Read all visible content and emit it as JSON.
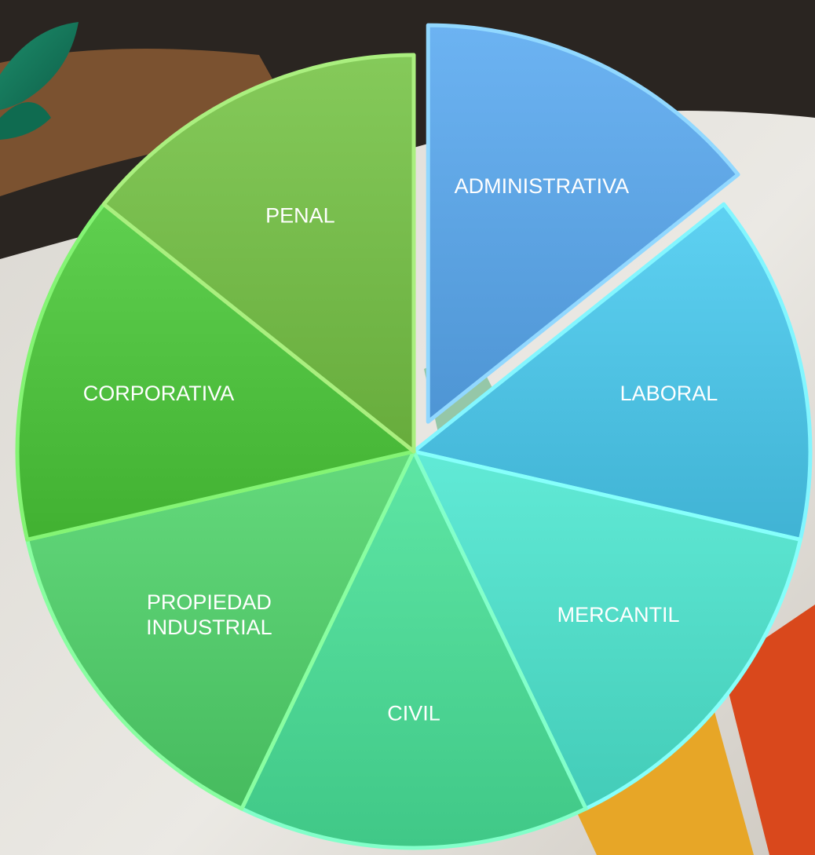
{
  "chart_data": {
    "type": "pie",
    "title": "",
    "exploded": "ADMINISTRATIVA",
    "slices": [
      {
        "label": [
          "ADMINISTRATIVA"
        ],
        "value": 1,
        "color": "#5aa1e0"
      },
      {
        "label": [
          "LABORAL"
        ],
        "value": 1,
        "color": "#4cbfe0"
      },
      {
        "label": [
          "MERCANTIL"
        ],
        "value": 1,
        "color": "#4fd8c4"
      },
      {
        "label": [
          "CIVIL"
        ],
        "value": 1,
        "color": "#4cd493"
      },
      {
        "label": [
          "PROPIEDAD",
          "INDUSTRIAL"
        ],
        "value": 1,
        "color": "#52c76a"
      },
      {
        "label": [
          "CORPORATIVA"
        ],
        "value": 1,
        "color": "#4dbd3d"
      },
      {
        "label": [
          "PENAL"
        ],
        "value": 1,
        "color": "#73b848"
      }
    ]
  }
}
